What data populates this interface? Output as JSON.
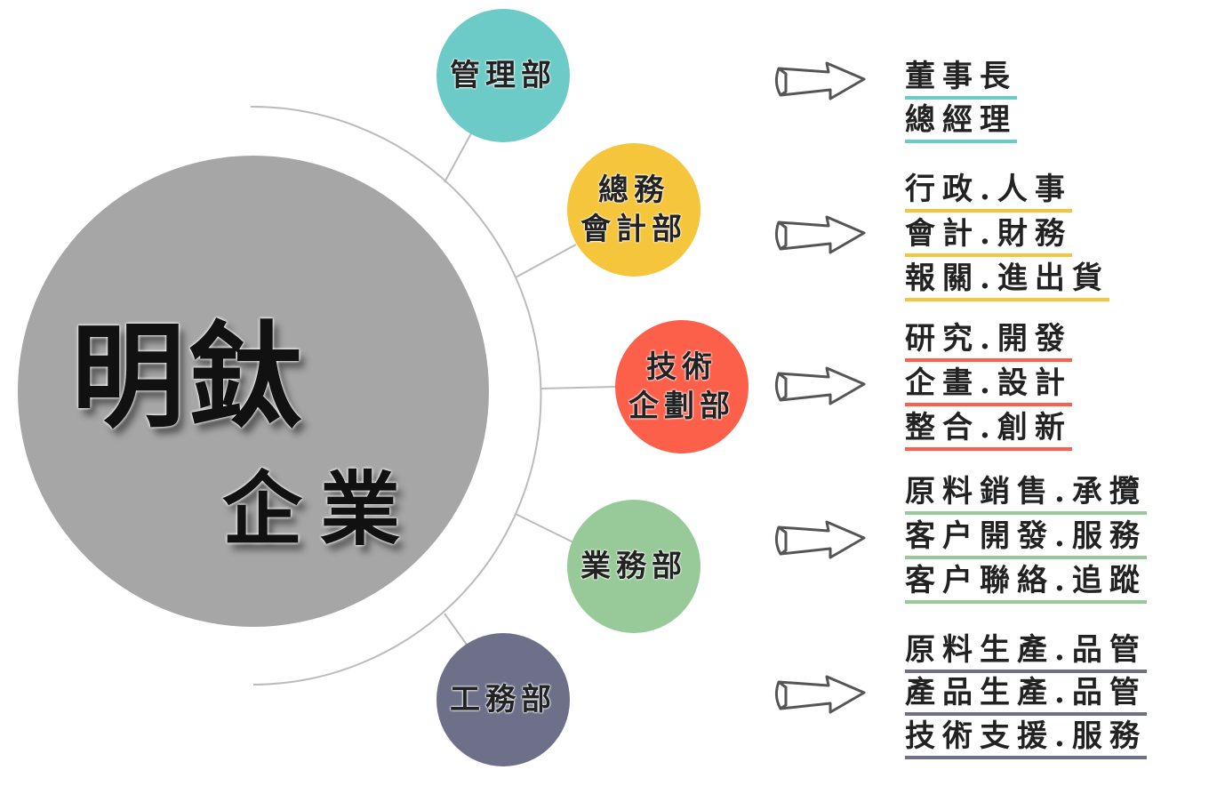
{
  "company": {
    "line1": "明鈦",
    "line2": "企業",
    "color": "#a6a6a6"
  },
  "departments": [
    {
      "lines": [
        "管理部"
      ],
      "color": "#6ccbc6",
      "items": [
        "董事長",
        "總經理"
      ]
    },
    {
      "lines": [
        "總務",
        "會計部"
      ],
      "color": "#f5c53b",
      "items": [
        "行政.人事",
        "會計.財務",
        "報關.進出貨"
      ]
    },
    {
      "lines": [
        "技術",
        "企劃部"
      ],
      "color": "#fc5f4a",
      "items": [
        "研究.開發",
        "企畫.設計",
        "整合.創新"
      ]
    },
    {
      "lines": [
        "業務部"
      ],
      "color": "#98c998",
      "items": [
        "原料銷售.承攬",
        "客户開發.服務",
        "客户聯絡.追蹤"
      ]
    },
    {
      "lines": [
        "工務部"
      ],
      "color": "#6e7089",
      "items": [
        "原料生產.品管",
        "產品生產.品管",
        "技術支援.服務"
      ]
    }
  ]
}
